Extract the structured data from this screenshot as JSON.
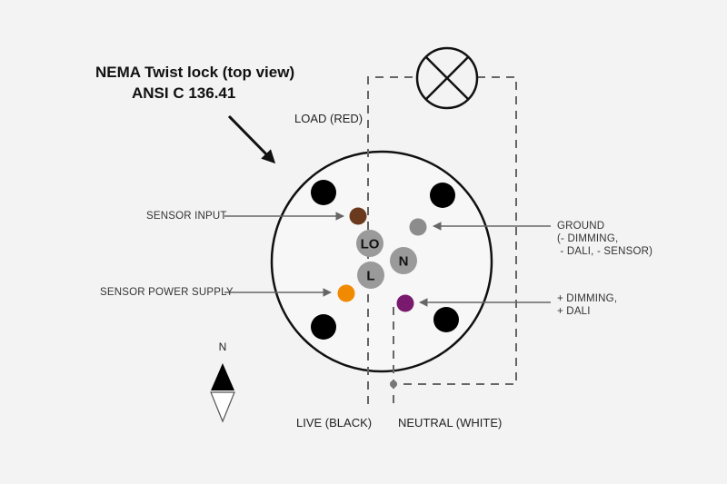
{
  "title": {
    "line1": "NEMA Twist lock (top view)",
    "line2": "ANSI C 136.41"
  },
  "wires": {
    "load": "LOAD (RED)",
    "live": "LIVE (BLACK)",
    "neutral": "NEUTRAL (WHITE)"
  },
  "labels": {
    "sensor_input": "SENSOR INPUT",
    "sensor_power": "SENSOR POWER SUPPLY",
    "ground": "GROUND\n(- DIMMING,\n - DALI, - SENSOR)",
    "dimming": "+ DIMMING,\n+ DALI"
  },
  "pins": {
    "lo": "LO",
    "l": "L",
    "n": "N"
  },
  "compass": {
    "north": "N"
  },
  "colors": {
    "sensor_input": "#6b3a1e",
    "sensor_power": "#f08a00",
    "ground": "#8c8c8c",
    "dimming": "#7a1a6e",
    "mount_hole": "#000000",
    "contact": "#9a9a9a"
  }
}
